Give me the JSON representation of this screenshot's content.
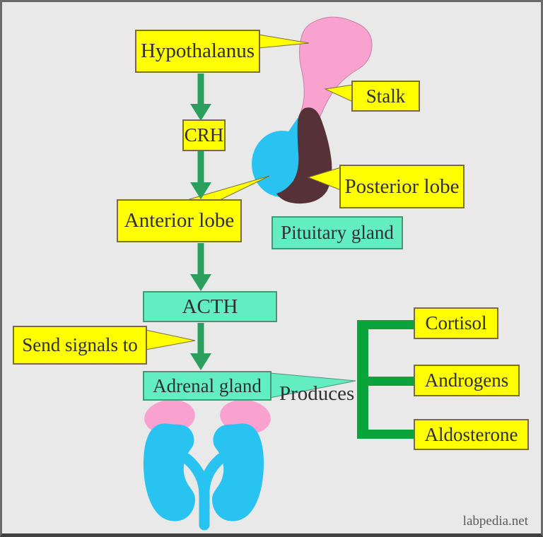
{
  "diagram": {
    "type": "labeled-flow-diagram",
    "topic": "Hypothalamus - Pituitary - Adrenal gland hormone axis",
    "nodes": {
      "hypothalamus": "Hypothalanus",
      "crh": "CRH",
      "anterior_lobe": "Anterior lobe",
      "stalk": "Stalk",
      "posterior_lobe": "Posterior lobe",
      "pituitary_gland": "Pituitary gland",
      "acth": "ACTH",
      "send_signals": "Send signals to",
      "adrenal_gland": "Adrenal gland",
      "produces": "Produces",
      "cortisol": "Cortisol",
      "androgens": "Androgens",
      "aldosterone": "Aldosterone"
    },
    "watermark": "labpedia.net",
    "colors": {
      "background": "#e9e9e9",
      "label_yellow": "#ffff00",
      "label_teal": "#63eec2",
      "arrow_green": "#2ba05e",
      "bracket_green": "#0ba33b",
      "gland_pink": "#f9a2d0",
      "gland_blue": "#29c3f2",
      "gland_brown": "#573138",
      "text": "#303030"
    }
  }
}
